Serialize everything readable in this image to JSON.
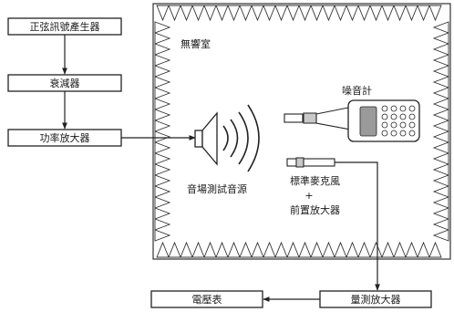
{
  "boxes": {
    "signal_generator": "正弦訊號產生器",
    "attenuator": "衰減器",
    "power_amplifier": "功率放大器",
    "measuring_amplifier": "量測放大器",
    "voltmeter": "電壓表"
  },
  "chamber_label": "無響室",
  "sound_level_meter_label": "噪音計",
  "sound_source_label": "音場測試音源",
  "microphone_label_line1": "標準麥克風",
  "microphone_label_plus": "+",
  "microphone_label_line2": "前置放大器"
}
